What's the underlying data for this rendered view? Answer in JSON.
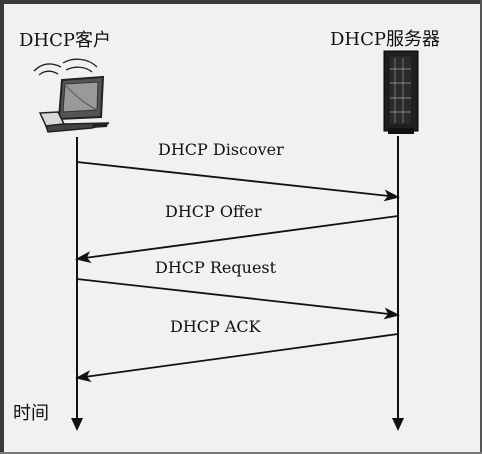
{
  "diagram": {
    "client_title": "DHCP客户",
    "server_title": "DHCP服务器",
    "time_label": "时间",
    "messages": [
      {
        "label": "DHCP Discover",
        "from": "client",
        "to": "server"
      },
      {
        "label": "DHCP Offer",
        "from": "server",
        "to": "client"
      },
      {
        "label": "DHCP Request",
        "from": "client",
        "to": "server"
      },
      {
        "label": "DHCP ACK",
        "from": "server",
        "to": "client"
      }
    ],
    "icons": {
      "client": "laptop-icon",
      "server": "server-icon"
    }
  }
}
